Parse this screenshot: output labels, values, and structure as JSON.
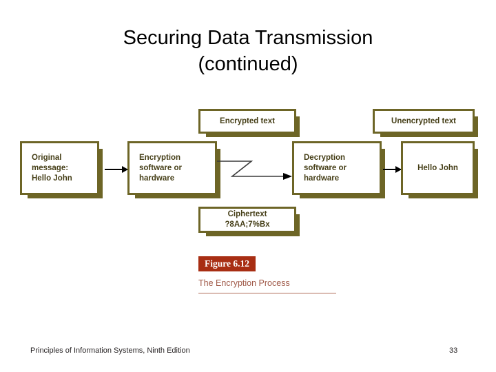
{
  "slide": {
    "title_line1": "Securing Data Transmission",
    "title_line2": "(continued)"
  },
  "diagram": {
    "boxes": {
      "original_message": "Original\nmessage:\nHello John",
      "original_message_l1": "Original",
      "original_message_l2": "message:",
      "original_message_l3": "Hello John",
      "encryption_l1": "Encryption",
      "encryption_l2": "software or",
      "encryption_l3": "hardware",
      "decryption_l1": "Decryption",
      "decryption_l2": "software or",
      "decryption_l3": "hardware",
      "hello_john": "Hello John",
      "encrypted_text": "Encrypted text",
      "unencrypted_text": "Unencrypted text",
      "ciphertext_l1": "Ciphertext",
      "ciphertext_l2": "?8AA;7%Bx"
    },
    "colors": {
      "box_border": "#6d6526",
      "box_shadow": "#6d6526",
      "box_text": "#463f18",
      "box_fill": "#ffffff",
      "arrow": "#000000"
    }
  },
  "figure": {
    "badge": "Figure 6.12",
    "caption": "The Encryption Process",
    "badge_color": "#a82e13",
    "caption_color": "#a05a49"
  },
  "footer": {
    "source": "Principles of Information Systems, Ninth Edition",
    "page_number": "33"
  }
}
